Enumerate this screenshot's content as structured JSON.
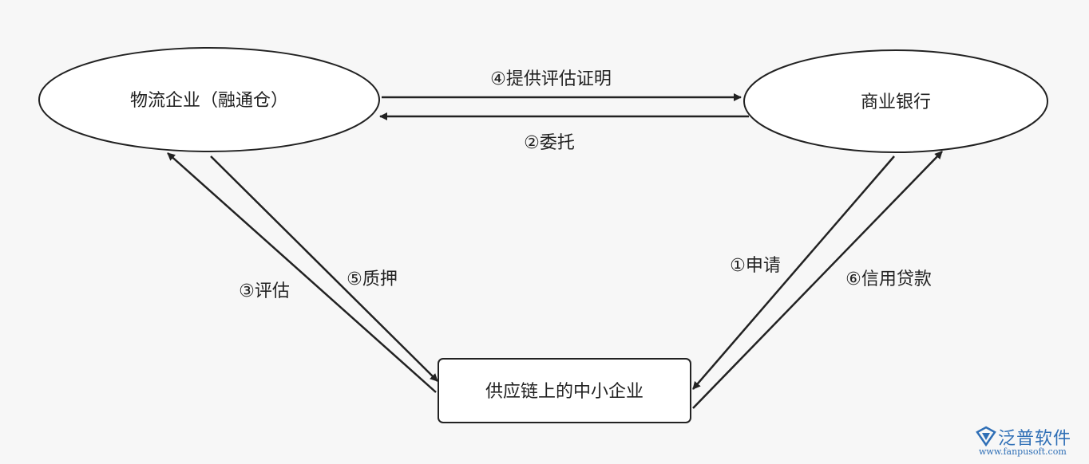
{
  "nodes": {
    "logistics": {
      "label": "物流企业（融通仓）"
    },
    "bank": {
      "label": "商业银行"
    },
    "sme": {
      "label": "供应链上的中小企业"
    }
  },
  "edges": [
    {
      "id": "apply",
      "label": "①申请"
    },
    {
      "id": "entrust",
      "label": "②委托"
    },
    {
      "id": "evaluate",
      "label": "③评估"
    },
    {
      "id": "certificate",
      "label": "④提供评估证明"
    },
    {
      "id": "pledge",
      "label": "⑤质押"
    },
    {
      "id": "loan",
      "label": "⑥信用贷款"
    }
  ],
  "watermark": {
    "name": "泛普软件",
    "url": "www.fanpusoft.com"
  },
  "colors": {
    "stroke": "#222222",
    "watermark": "#2f6fb6"
  }
}
